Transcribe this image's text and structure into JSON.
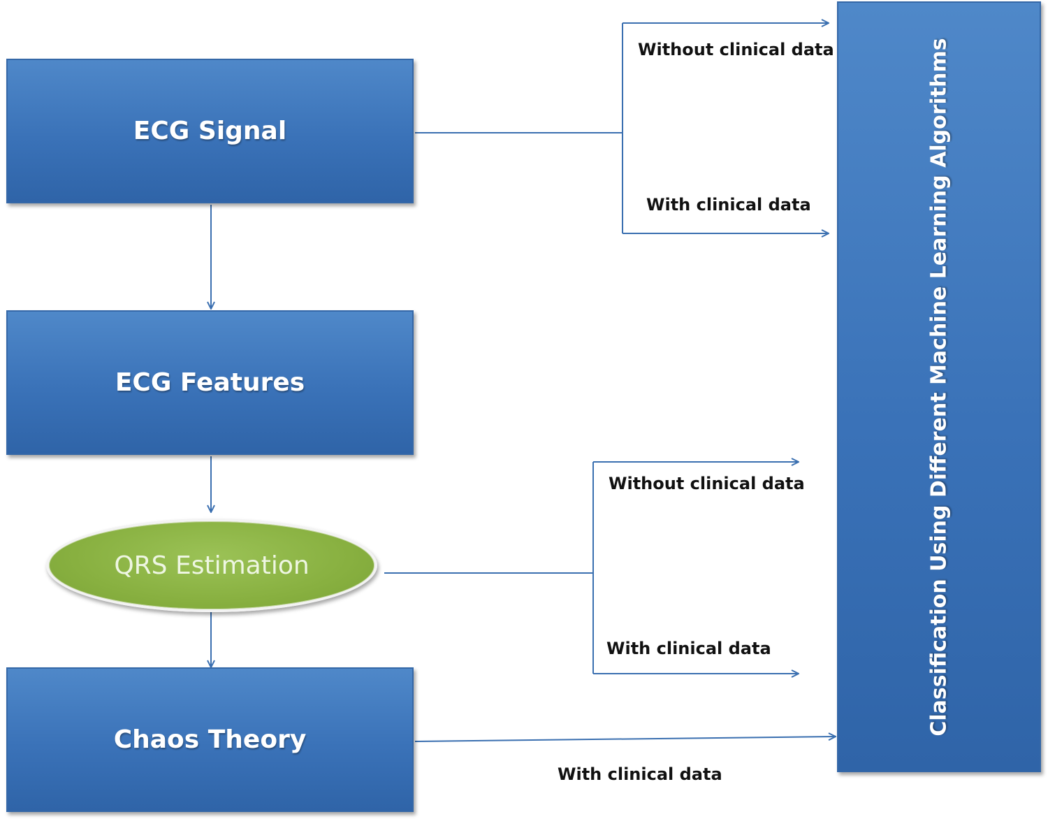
{
  "nodes": {
    "ecg_signal": "ECG Signal",
    "ecg_features": "ECG Features",
    "qrs_estimation": "QRS Estimation",
    "chaos_theory": "Chaos Theory",
    "classification": "Classification Using Different Machine Learning Algorithms"
  },
  "edge_labels": {
    "signal_without": "Without clinical data",
    "signal_with": "With clinical data",
    "qrs_without": "Without clinical data",
    "qrs_with": "With clinical data",
    "chaos_with": "With clinical data"
  },
  "colors": {
    "box_fill": "#3a72b8",
    "ellipse_fill": "#88b040",
    "line": "#3a6fb0"
  }
}
